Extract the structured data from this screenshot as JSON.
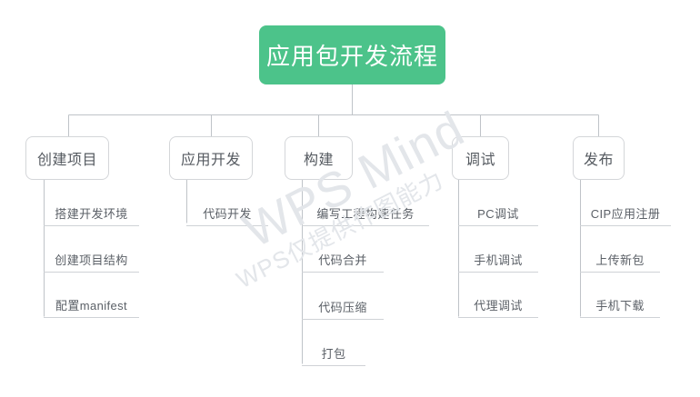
{
  "diagram": {
    "type": "mindmap-tree",
    "watermark": {
      "main_text": "WPS Mind",
      "sub_text": "WPS仅提供作图能力"
    },
    "colors": {
      "root_fill": "#4cc38a",
      "root_text": "#ffffff",
      "branch_border": "#d4d6d9",
      "branch_text": "#555a60",
      "leaf_text": "#5b6067",
      "leaf_underline": "#cfd2d6",
      "connector": "#bfc3c8",
      "background": "#ffffff"
    },
    "root": {
      "label": "应用包开发流程"
    },
    "branches": [
      {
        "label": "创建项目",
        "children": [
          {
            "label": "搭建开发环境"
          },
          {
            "label": "创建项目结构"
          },
          {
            "label": "配置manifest"
          }
        ]
      },
      {
        "label": "应用开发",
        "children": [
          {
            "label": "代码开发"
          }
        ]
      },
      {
        "label": "构建",
        "children": [
          {
            "label": "编写工程构建任务"
          },
          {
            "label": "代码合并"
          },
          {
            "label": "代码压缩"
          },
          {
            "label": "打包"
          }
        ]
      },
      {
        "label": "调试",
        "children": [
          {
            "label": "PC调试"
          },
          {
            "label": "手机调试"
          },
          {
            "label": "代理调试"
          }
        ]
      },
      {
        "label": "发布",
        "children": [
          {
            "label": "CIP应用注册"
          },
          {
            "label": "上传新包"
          },
          {
            "label": "手机下载"
          }
        ]
      }
    ]
  }
}
